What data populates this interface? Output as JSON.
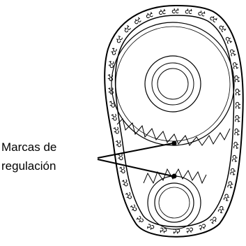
{
  "callout": {
    "line1": "Marcas de",
    "line2": "regulación"
  },
  "colors": {
    "ink": "#000000",
    "paper": "#ffffff"
  },
  "parts": {
    "upper_sprocket": "camshaft-sprocket",
    "lower_sprocket": "crankshaft-sprocket",
    "chain": "timing-chain",
    "timing_marks": 2
  }
}
